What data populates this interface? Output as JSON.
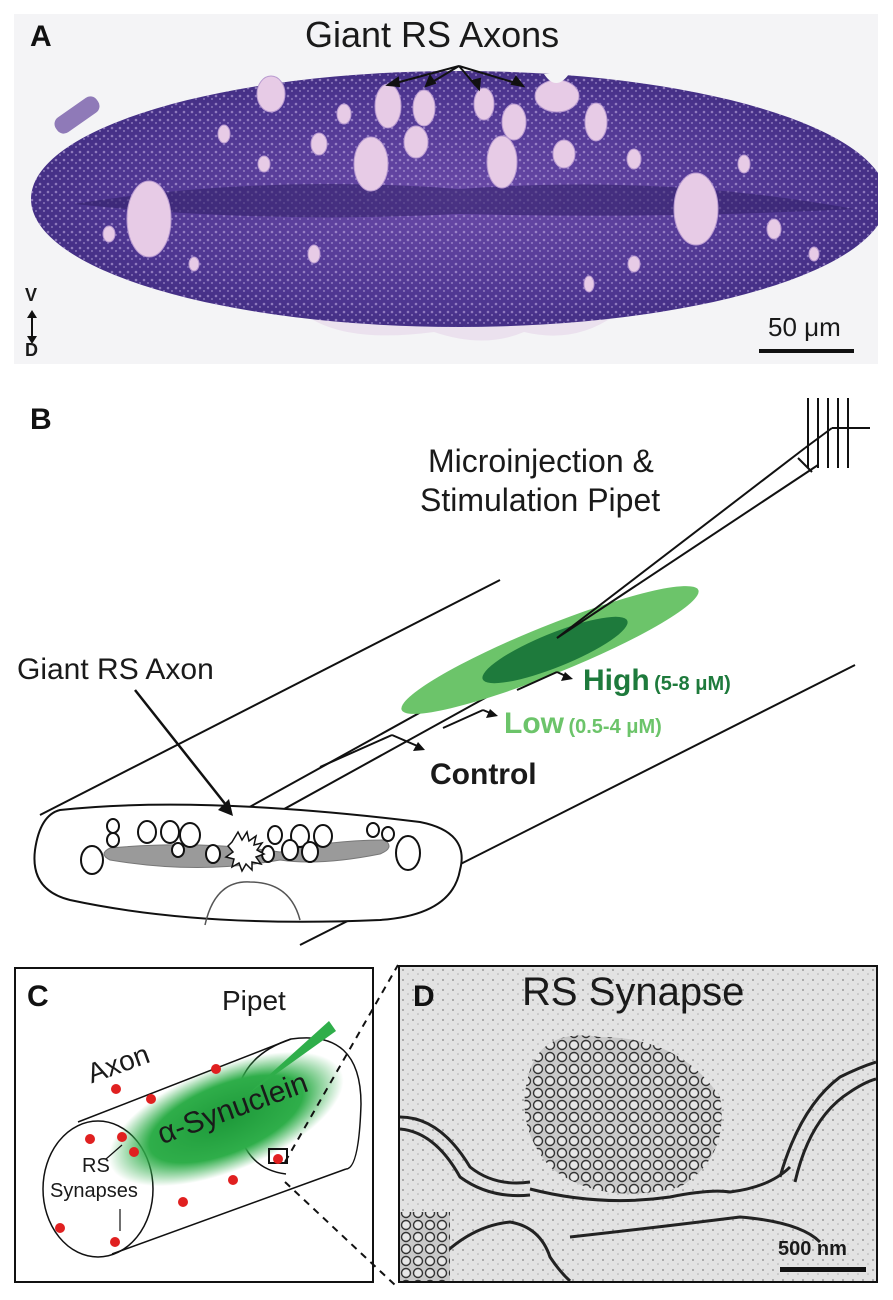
{
  "panel_a": {
    "letter": "A",
    "title": "Giant RS Axons",
    "orientation_top": "V",
    "orientation_bottom": "D",
    "scale_bar": "50 μm"
  },
  "panel_b": {
    "letter": "B",
    "pipet_label_line1": "Microinjection &",
    "pipet_label_line2": "Stimulation Pipet",
    "axon_label": "Giant RS Axon",
    "high_label": "High",
    "high_range": "(5-8 μM)",
    "low_label": "Low",
    "low_range": "(0.5-4 μM)",
    "control_label": "Control"
  },
  "panel_c": {
    "letter": "C",
    "pipet_label": "Pipet",
    "axon_label": "Axon",
    "protein_label": "α-Synuclein",
    "synapses_line1": "RS",
    "synapses_line2": "Synapses"
  },
  "panel_d": {
    "letter": "D",
    "title": "RS Synapse",
    "scale_bar": "500 nm"
  },
  "colors": {
    "tissue_purple": "#5a3c9e",
    "axon_pink": "#e6c8e6",
    "high_green": "#1e7a3c",
    "low_green": "#6cc46a",
    "synapse_red": "#e02020"
  }
}
